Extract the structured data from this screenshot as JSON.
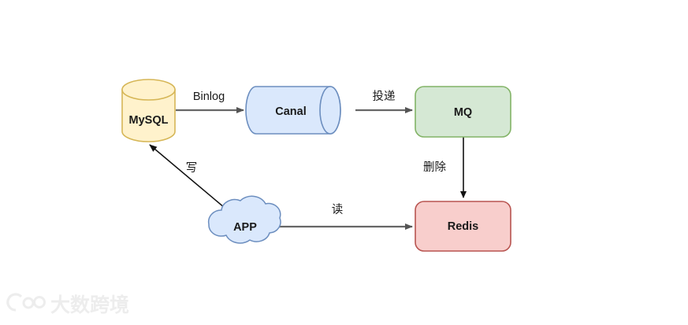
{
  "diagram": {
    "background_color": "#ffffff",
    "nodes": [
      {
        "id": "mysql",
        "label": "MySQL",
        "shape": "cylinder-vertical",
        "fill": "#fff2cc",
        "stroke": "#d6b656",
        "text_color": "#1a1a1a"
      },
      {
        "id": "canal",
        "label": "Canal",
        "shape": "cylinder-horizontal",
        "fill": "#dae8fc",
        "stroke": "#6c8ebf",
        "text_color": "#1a1a1a"
      },
      {
        "id": "mq",
        "label": "MQ",
        "shape": "rounded-rect",
        "fill": "#d5e8d4",
        "stroke": "#82b366",
        "text_color": "#1a1a1a"
      },
      {
        "id": "redis",
        "label": "Redis",
        "shape": "rounded-rect",
        "fill": "#f8cecc",
        "stroke": "#b85450",
        "text_color": "#1a1a1a"
      },
      {
        "id": "app",
        "label": "APP",
        "shape": "cloud",
        "fill": "#dae8fc",
        "stroke": "#6c8ebf",
        "text_color": "#1a1a1a"
      }
    ],
    "edges": [
      {
        "id": "mysql-to-canal",
        "label": "Binlog",
        "from": "mysql",
        "to": "canal",
        "stroke": "#666666"
      },
      {
        "id": "canal-to-mq",
        "label": "投递",
        "from": "canal",
        "to": "mq",
        "stroke": "#666666"
      },
      {
        "id": "mq-to-redis",
        "label": "删除",
        "from": "mq",
        "to": "redis",
        "stroke": "#000000"
      },
      {
        "id": "app-to-redis",
        "label": "读",
        "from": "app",
        "to": "redis",
        "stroke": "#666666"
      },
      {
        "id": "app-to-mysql",
        "label": "写",
        "from": "app",
        "to": "mysql",
        "stroke": "#000000"
      }
    ]
  },
  "watermark": {
    "text": "大数跨境",
    "color": "#ececec"
  }
}
